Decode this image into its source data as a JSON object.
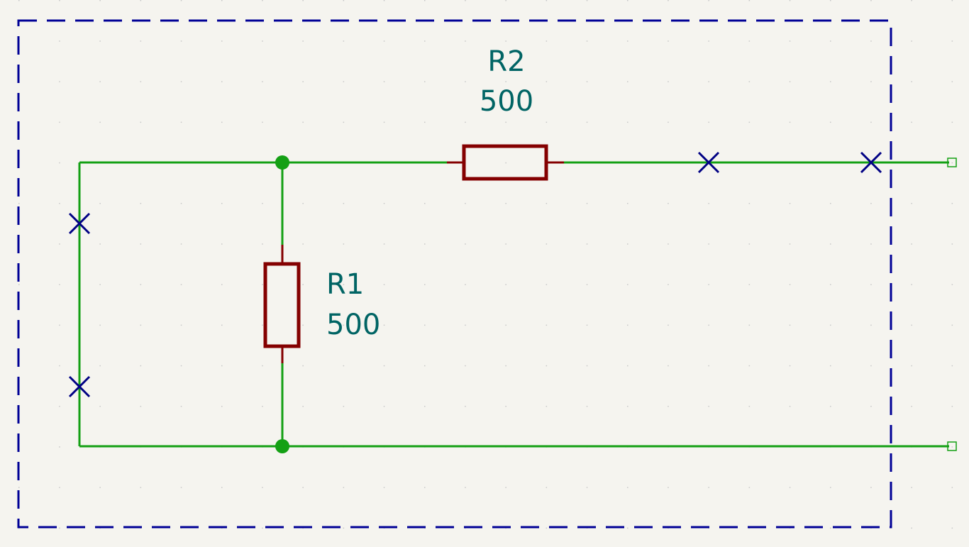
{
  "colors": {
    "background": "#f5f4ef",
    "wire": "#14a014",
    "junction": "#14a014",
    "component": "#840000",
    "label": "#006464",
    "no_connect": "#000084",
    "sheet_border": "#000096",
    "grid_dot": "#c8c8c8"
  },
  "components": {
    "r1": {
      "ref": "R1",
      "value": "500"
    },
    "r2": {
      "ref": "R2",
      "value": "500"
    }
  }
}
